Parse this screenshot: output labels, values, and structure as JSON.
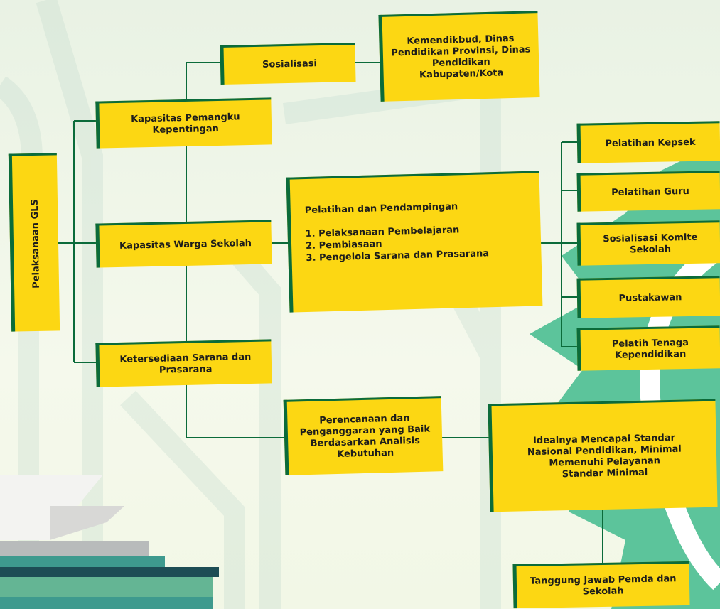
{
  "colors": {
    "node_fill": "#fcd713",
    "node_edge": "#0b6b3a",
    "connector": "#0b6b3a",
    "accent_green": "#5cc49b",
    "book_dark": "#1d4d55",
    "book_teal": "#3e9a8e"
  },
  "diagram": {
    "root": "Pelaksanaan GLS",
    "branch_kapasitas_pemangku": "Kapasitas Pemangku Kepentingan",
    "sosialisasi": "Sosialisasi",
    "kemendikbud": "Kemendikbud, Dinas Pendidikan Provinsi, Dinas Pendidikan Kabupaten/Kota",
    "branch_kapasitas_warga": "Kapasitas Warga Sekolah",
    "pelatihan_box": {
      "title": "Pelatihan dan Pendampingan",
      "items": [
        "1. Pelaksanaan Pembelajaran",
        "2. Pembiasaan",
        "3. Pengelola Sarana dan Prasarana"
      ]
    },
    "targets": [
      "Pelatihan Kepsek",
      "Pelatihan Guru",
      "Sosialisasi Komite Sekolah",
      "Pustakawan",
      "Pelatih Tenaga Kependidikan"
    ],
    "branch_sarana": "Ketersediaan Sarana dan Prasarana",
    "perencanaan": "Perencanaan dan Penganggaran yang Baik Berdasarkan Analisis Kebutuhan",
    "idealnya": "Idealnya Mencapai Standar Nasional Pendidikan, Minimal Memenuhi Pelayanan Standar Minimal",
    "tanggung_jawab": "Tanggung Jawab Pemda dan Sekolah"
  }
}
